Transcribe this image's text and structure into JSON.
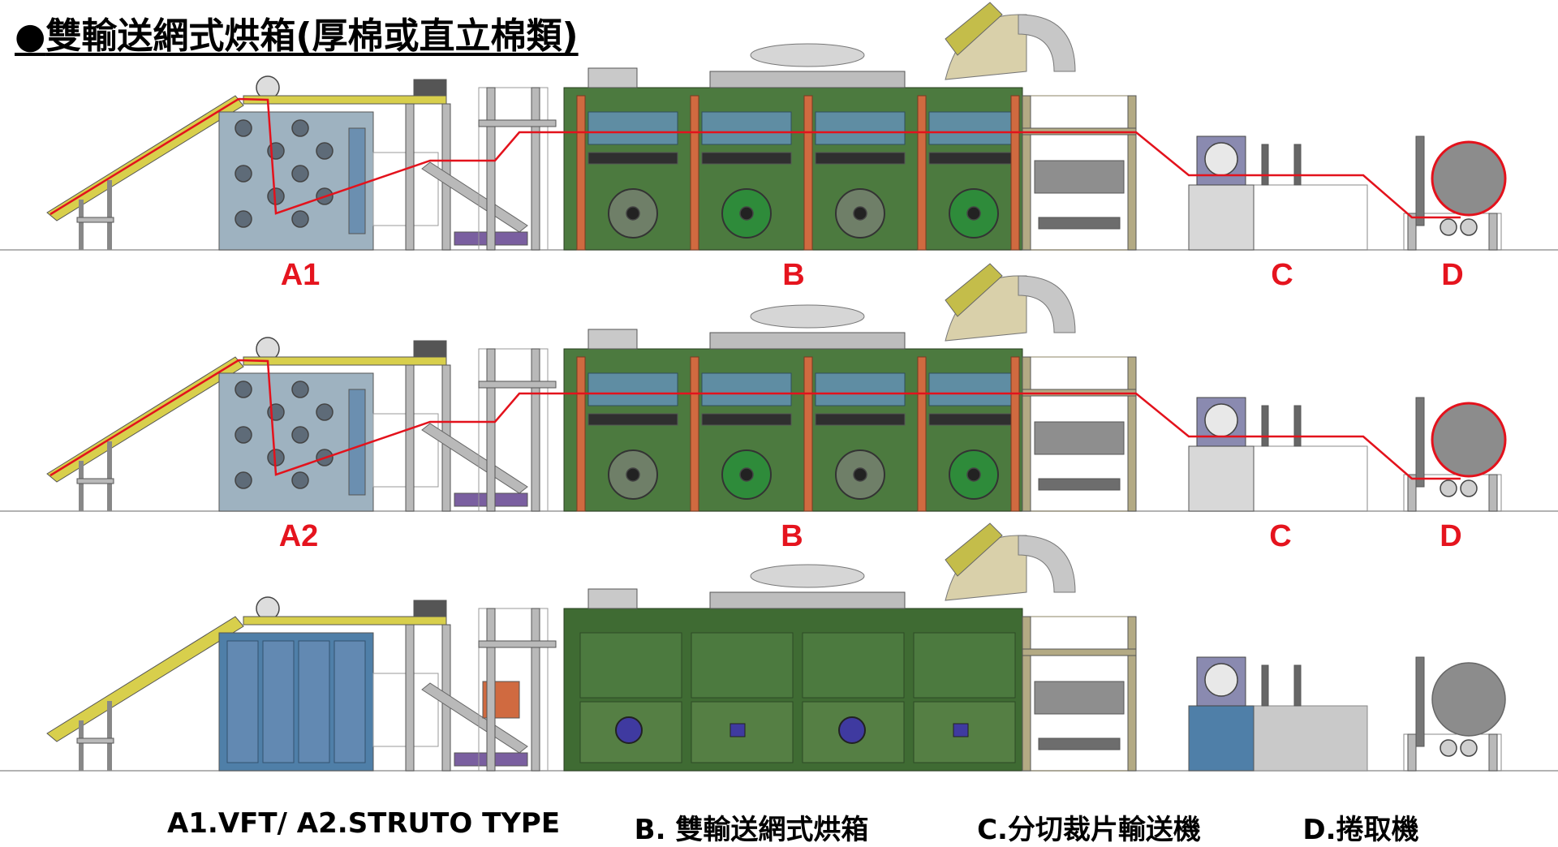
{
  "title": {
    "bullet": "●",
    "text": "雙輸送網式烘箱(厚棉或直立棉類)"
  },
  "rows": [
    {
      "variant": "A1",
      "labels": {
        "a": "A1",
        "b": "B",
        "c": "C",
        "d": "D"
      },
      "enclosed": false
    },
    {
      "variant": "A2",
      "labels": {
        "a": "A2",
        "b": "B",
        "c": "C",
        "d": "D"
      },
      "enclosed": false
    },
    {
      "variant": "enclosed",
      "labels": {},
      "enclosed": true
    }
  ],
  "captions": {
    "a": "A1.VFT/ A2.STRUTO TYPE",
    "b": "B. 雙輸送網式烘箱",
    "c": "C.分切裁片輸送機",
    "d": "D.捲取機"
  },
  "colors": {
    "label_red": "#e5141e",
    "web_red": "#e3121c",
    "oven_green": "#3f6b33",
    "oven_dark": "#2c4a25",
    "frame_grey": "#b9b9b9",
    "frame_olive": "#b3aa84",
    "conveyor_yellow": "#d8cf4c",
    "machine_blue": "#4f7fa8",
    "heater_orange": "#d06a40",
    "duct_beige": "#d9d0aa",
    "fan_green": "#2e8b3a"
  }
}
